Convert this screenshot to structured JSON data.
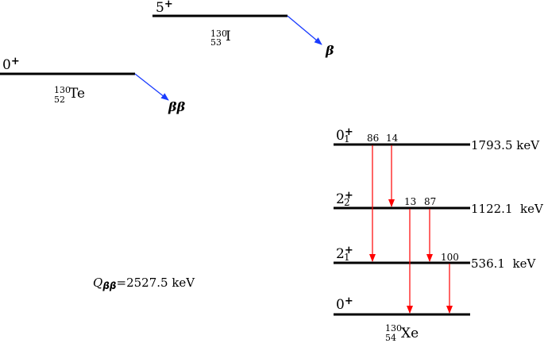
{
  "colors": {
    "beta_arrow": "#1a3cff",
    "gamma_arrow": "#ff0000",
    "level_line": "#000000"
  },
  "parents": [
    {
      "spin": "5",
      "parity": "+",
      "A": "130",
      "Z": "53",
      "symbol": "I",
      "decay": "β"
    },
    {
      "spin": "0",
      "parity": "+",
      "A": "130",
      "Z": "52",
      "symbol": "Te",
      "decay": "ββ"
    }
  ],
  "daughter": {
    "A": "130",
    "Z": "54",
    "symbol": "Xe"
  },
  "levels": [
    {
      "spin": "0",
      "sub": "1",
      "parity": "+",
      "energy": "1793.5 keV"
    },
    {
      "spin": "2",
      "sub": "2",
      "parity": "+",
      "energy": "1122.1  keV"
    },
    {
      "spin": "2",
      "sub": "1",
      "parity": "+",
      "energy": "536.1  keV"
    },
    {
      "spin": "0",
      "sub": "",
      "parity": "+",
      "energy": ""
    }
  ],
  "branchings": [
    "86",
    "14",
    "13",
    "87",
    "100"
  ],
  "q_value": {
    "symbol": "Q",
    "sub": "ββ",
    "text": "=2527.5 keV"
  }
}
